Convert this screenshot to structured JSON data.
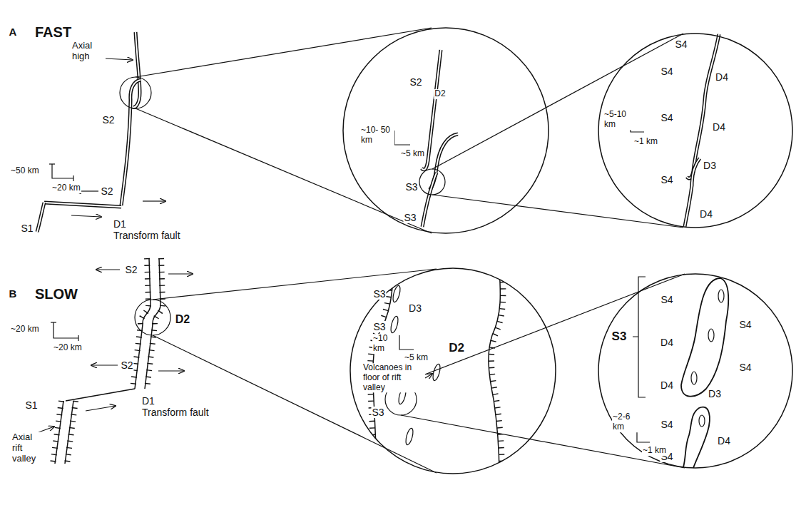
{
  "diagram": {
    "nodes": [
      {
        "text": [
          "S2",
          "D2",
          "~10- 50 km",
          "~5 km",
          "S3",
          "S3"
        ]
      },
      {
        "text": [
          "S4",
          "S4",
          "D4",
          "S4",
          "D4",
          "D3",
          "S4",
          "D4",
          "~5-10 km",
          "~1 km"
        ]
      },
      {
        "text": [
          "S3",
          "D3",
          "S3",
          "~10 km",
          "~5 km",
          "D2",
          "Volcanoes in floor of rift valley",
          "S3"
        ]
      },
      {
        "text": [
          "S3",
          "S4",
          "D4",
          "S4",
          "D4",
          "S4",
          "D3",
          "S4",
          "D4",
          "S4",
          "~2-6 km",
          "~1 km"
        ]
      }
    ],
    "labels": [
      "A",
      "FAST",
      "Axial high",
      "S2",
      "S2",
      "S1",
      "D1",
      "Transform fault",
      "~50 km",
      "~20 km",
      "B",
      "SLOW",
      "S2",
      "D2",
      "S2",
      "S1",
      "D1",
      "Transform fault",
      "Axial rift valley",
      "~20 km",
      "~20 km"
    ]
  }
}
